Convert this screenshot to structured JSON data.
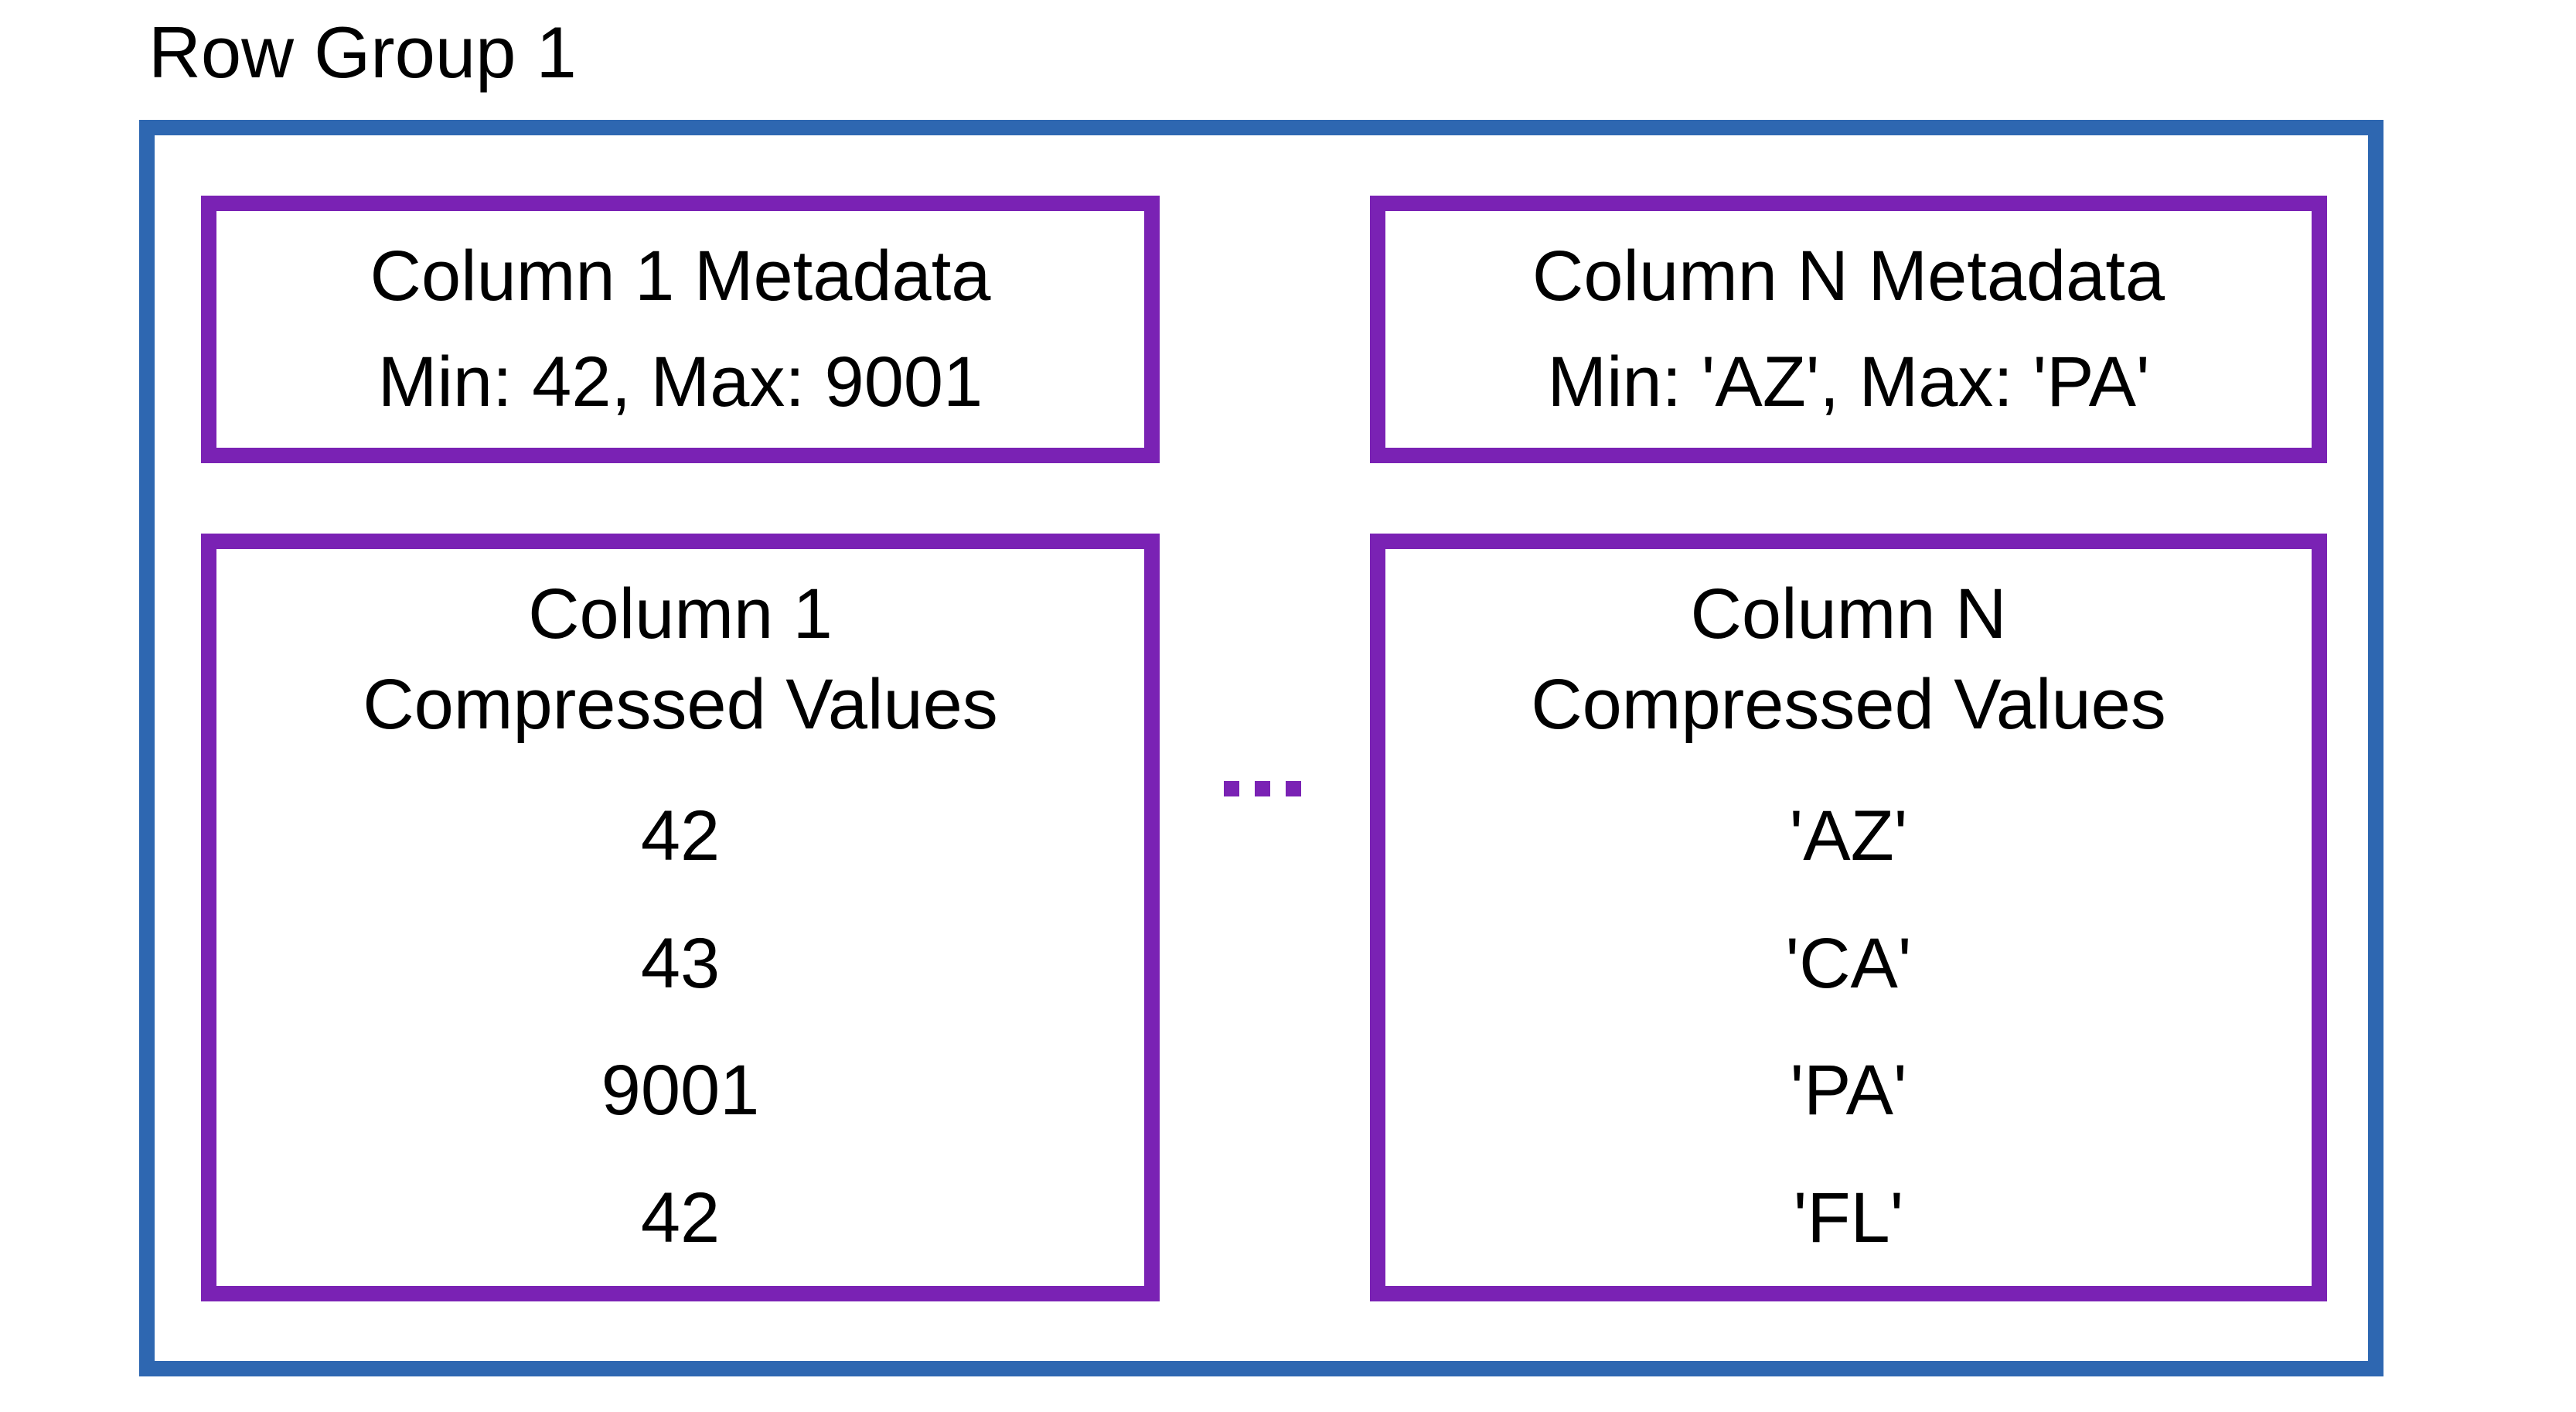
{
  "title": "Row Group 1",
  "colors": {
    "outer_border": "#2E67B1",
    "inner_border": "#7A22B4",
    "text": "#000000",
    "background": "#FFFFFF"
  },
  "separator": {
    "ellipsis": "..."
  },
  "row_group": {
    "columns": [
      {
        "metadata_title": "Column 1 Metadata",
        "metadata_stats": "Min: 42, Max: 9001",
        "values_title_line1": "Column 1",
        "values_title_line2": "Compressed Values",
        "values": [
          "42",
          "43",
          "9001",
          "42"
        ]
      },
      {
        "metadata_title": "Column N Metadata",
        "metadata_stats": "Min: 'AZ', Max: 'PA'",
        "values_title_line1": "Column N",
        "values_title_line2": "Compressed Values",
        "values": [
          "'AZ'",
          "'CA'",
          "'PA'",
          "'FL'"
        ]
      }
    ]
  }
}
